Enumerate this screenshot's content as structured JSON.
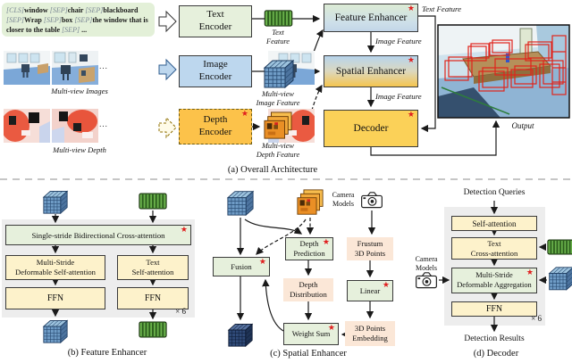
{
  "glyphs": {
    "star": "★",
    "dots": "..."
  },
  "colors": {
    "star_red": "#e01f1f",
    "green_box": "#e6f0dc",
    "yellow_box": "#fdf2cb",
    "salmon_box": "#fbe7d7",
    "image_blue": "#bdd7ee",
    "depth_orange": "#fcc24a",
    "decoder_gold": "#fbd158",
    "bbox_red": "#e0241c"
  },
  "section_a": {
    "caption": "(a) Overall Architecture",
    "prompt_segments": [
      {
        "text": "[CLS]",
        "type": "token"
      },
      {
        "text": "window ",
        "type": "word"
      },
      {
        "text": "[SEP]",
        "type": "token"
      },
      {
        "text": "chair ",
        "type": "word"
      },
      {
        "text": "[SEP]",
        "type": "token"
      },
      {
        "text": "blackboard ",
        "type": "word"
      },
      {
        "text": "[SEP]",
        "type": "token"
      },
      {
        "text": "Wrap ",
        "type": "word"
      },
      {
        "text": "[SEP]",
        "type": "token"
      },
      {
        "text": "box ",
        "type": "word"
      },
      {
        "text": "[SEP]",
        "type": "token"
      },
      {
        "text": "the window that is closer to the table ",
        "type": "word"
      },
      {
        "text": "[SEP]",
        "type": "token"
      },
      {
        "text": " ...",
        "type": "word"
      }
    ],
    "multi_view_images_label": "Multi-view Images",
    "multi_view_depth_label": "Multi-view Depth",
    "text_encoder": "Text\nEncoder",
    "image_encoder": "Image\nEncoder",
    "depth_encoder": "Depth\nEncoder",
    "text_feature_label": "Text\nFeature",
    "image_feature_label": "Multi-view\nImage Feature",
    "depth_feature_label": "Multi-view\nDepth Feature",
    "feature_enhancer": "Feature Enhancer",
    "spatial_enhancer": "Spatial Enhancer",
    "decoder": "Decoder",
    "edge_text_feature": "Text Feature",
    "edge_image_feature_top": "Image Feature",
    "edge_image_feature_bottom": "Image Feature",
    "output_label": "Output"
  },
  "section_b": {
    "caption": "(b) Feature Enhancer",
    "cross_attention": "Single-stride Bidirectional Cross-attention",
    "deformable_sa": "Multi-Stride\nDeformable Self-attention",
    "text_sa": "Text\nSelf-attention",
    "ffn_left": "FFN",
    "ffn_right": "FFN",
    "repeat": "× 6"
  },
  "section_c": {
    "caption": "(c) Spatial Enhancer",
    "camera_models": "Camera\nModels",
    "depth_prediction": "Depth\nPrediction",
    "frustum_points": "Frustum\n3D Points",
    "fusion": "Fusion",
    "depth_distribution": "Depth\nDistribution",
    "linear": "Linear",
    "weight_sum": "Weight Sum",
    "points_embedding": "3D Points\nEmbedding"
  },
  "section_d": {
    "caption": "(d) Decoder",
    "detection_queries": "Detection Queries",
    "self_attention": "Self-attention",
    "text_cross_attention": "Text\nCross-attention",
    "deformable_aggregation": "Multi-Stride\nDeformable Aggregation",
    "ffn": "FFN",
    "repeat": "× 6",
    "detection_results": "Detection Results",
    "camera_models": "Camera\nModels"
  }
}
